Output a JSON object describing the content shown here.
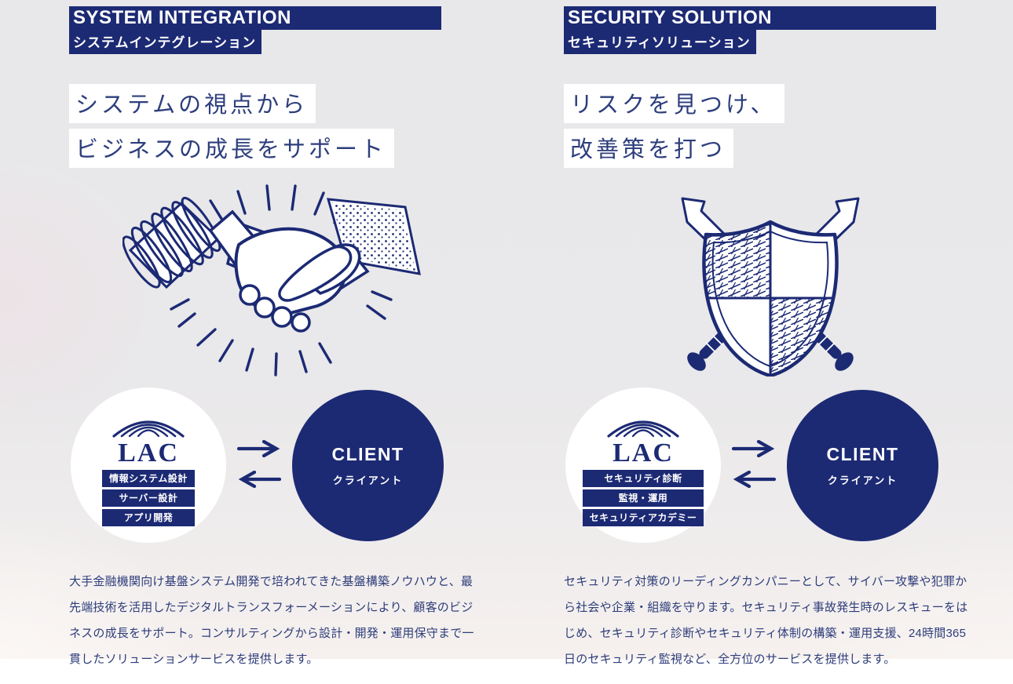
{
  "page": {
    "background": "#e8e8ea",
    "navy": "#1c2a74",
    "heading_text_color": "#2d3e7c",
    "body_text_color": "#2e3d7a",
    "highlight_color": "#ffffff"
  },
  "columns": [
    {
      "title": "SYSTEM INTEGRATION",
      "subtitle": "システムインテグレーション",
      "heading_line1": "システムの視点から",
      "heading_line2": "ビジネスの成長をサポート",
      "illustration": "handshake-sketch",
      "diagram": {
        "lac": "LAC",
        "services": [
          "情報システム設計",
          "サーバー設計",
          "アプリ開発"
        ],
        "client": "CLIENT",
        "client_sub": "クライアント"
      },
      "body": "大手金融機関向け基盤システム開発で培われてきた基盤構築ノウハウと、最先端技術を活用したデジタルトランスフォーメーションにより、顧客のビジネスの成長をサポート。コンサルティングから設計・開発・運用保守まで一貫したソリューションサービスを提供します。"
    },
    {
      "title": "SECURITY SOLUTION",
      "subtitle": "セキュリティソリューション",
      "heading_line1": "リスクを見つけ、",
      "heading_line2": "改善策を打つ",
      "illustration": "shield-and-swords-sketch",
      "diagram": {
        "lac": "LAC",
        "services": [
          "セキュリティ診断",
          "監視・運用",
          "セキュリティアカデミー"
        ],
        "client": "CLIENT",
        "client_sub": "クライアント"
      },
      "body": "セキュリティ対策のリーディングカンパニーとして、サイバー攻撃や犯罪から社会や企業・組織を守ります。セキュリティ事故発生時のレスキューをはじめ、セキュリティ診断やセキュリティ体制の構築・運用支援、24時間365日のセキュリティ監視など、全方位のサービスを提供します。"
    }
  ]
}
